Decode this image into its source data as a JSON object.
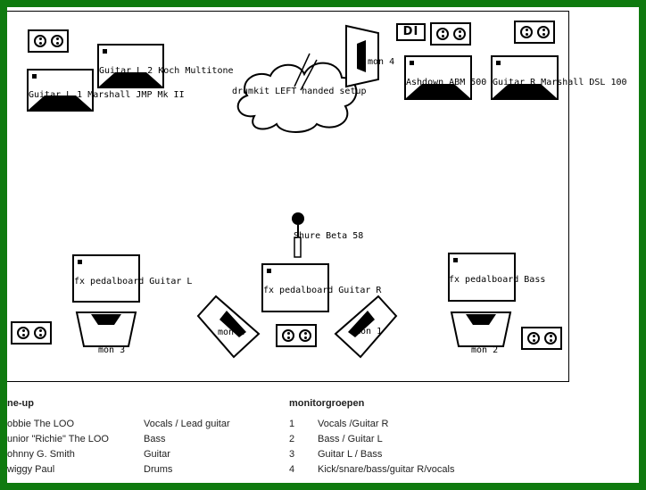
{
  "stage": {
    "guitar_l1": "Guitar L 1 Marshall JMP Mk II",
    "guitar_l2": "Guitar L 2 Koch Multitone",
    "drumkit": "drumkit LEFT handed setup",
    "mon4": "mon 4",
    "di": "DI",
    "bass_amp": "Ashdown ABM 500",
    "guitar_r": "Guitar R Marshall DSL 100",
    "vocal_mic": "Shure Beta 58",
    "fx_guitar_l": "fx pedalboard Guitar L",
    "fx_guitar_r": "fx pedalboard Guitar R",
    "fx_bass": "fx pedalboard Bass",
    "mon3": "mon 3",
    "mon1_left": "mon 1",
    "mon1_right": "mon 1",
    "mon2": "mon 2"
  },
  "lineup": {
    "heading": "ne-up",
    "members": [
      {
        "name": "obbie The LOO",
        "role": "Vocals / Lead guitar"
      },
      {
        "name": "unior \"Richie\" The LOO",
        "role": "Bass"
      },
      {
        "name": "ohnny G. Smith",
        "role": "Guitar"
      },
      {
        "name": "wiggy Paul",
        "role": "Drums"
      }
    ]
  },
  "monitors": {
    "heading": "monitorgroepen",
    "groups": [
      {
        "num": "1",
        "desc": "Vocals /Guitar R"
      },
      {
        "num": "2",
        "desc": "Bass / Guitar L"
      },
      {
        "num": "3",
        "desc": "Guitar L / Bass"
      },
      {
        "num": "4",
        "desc": "Kick/snare/bass/guitar R/vocals"
      }
    ]
  }
}
